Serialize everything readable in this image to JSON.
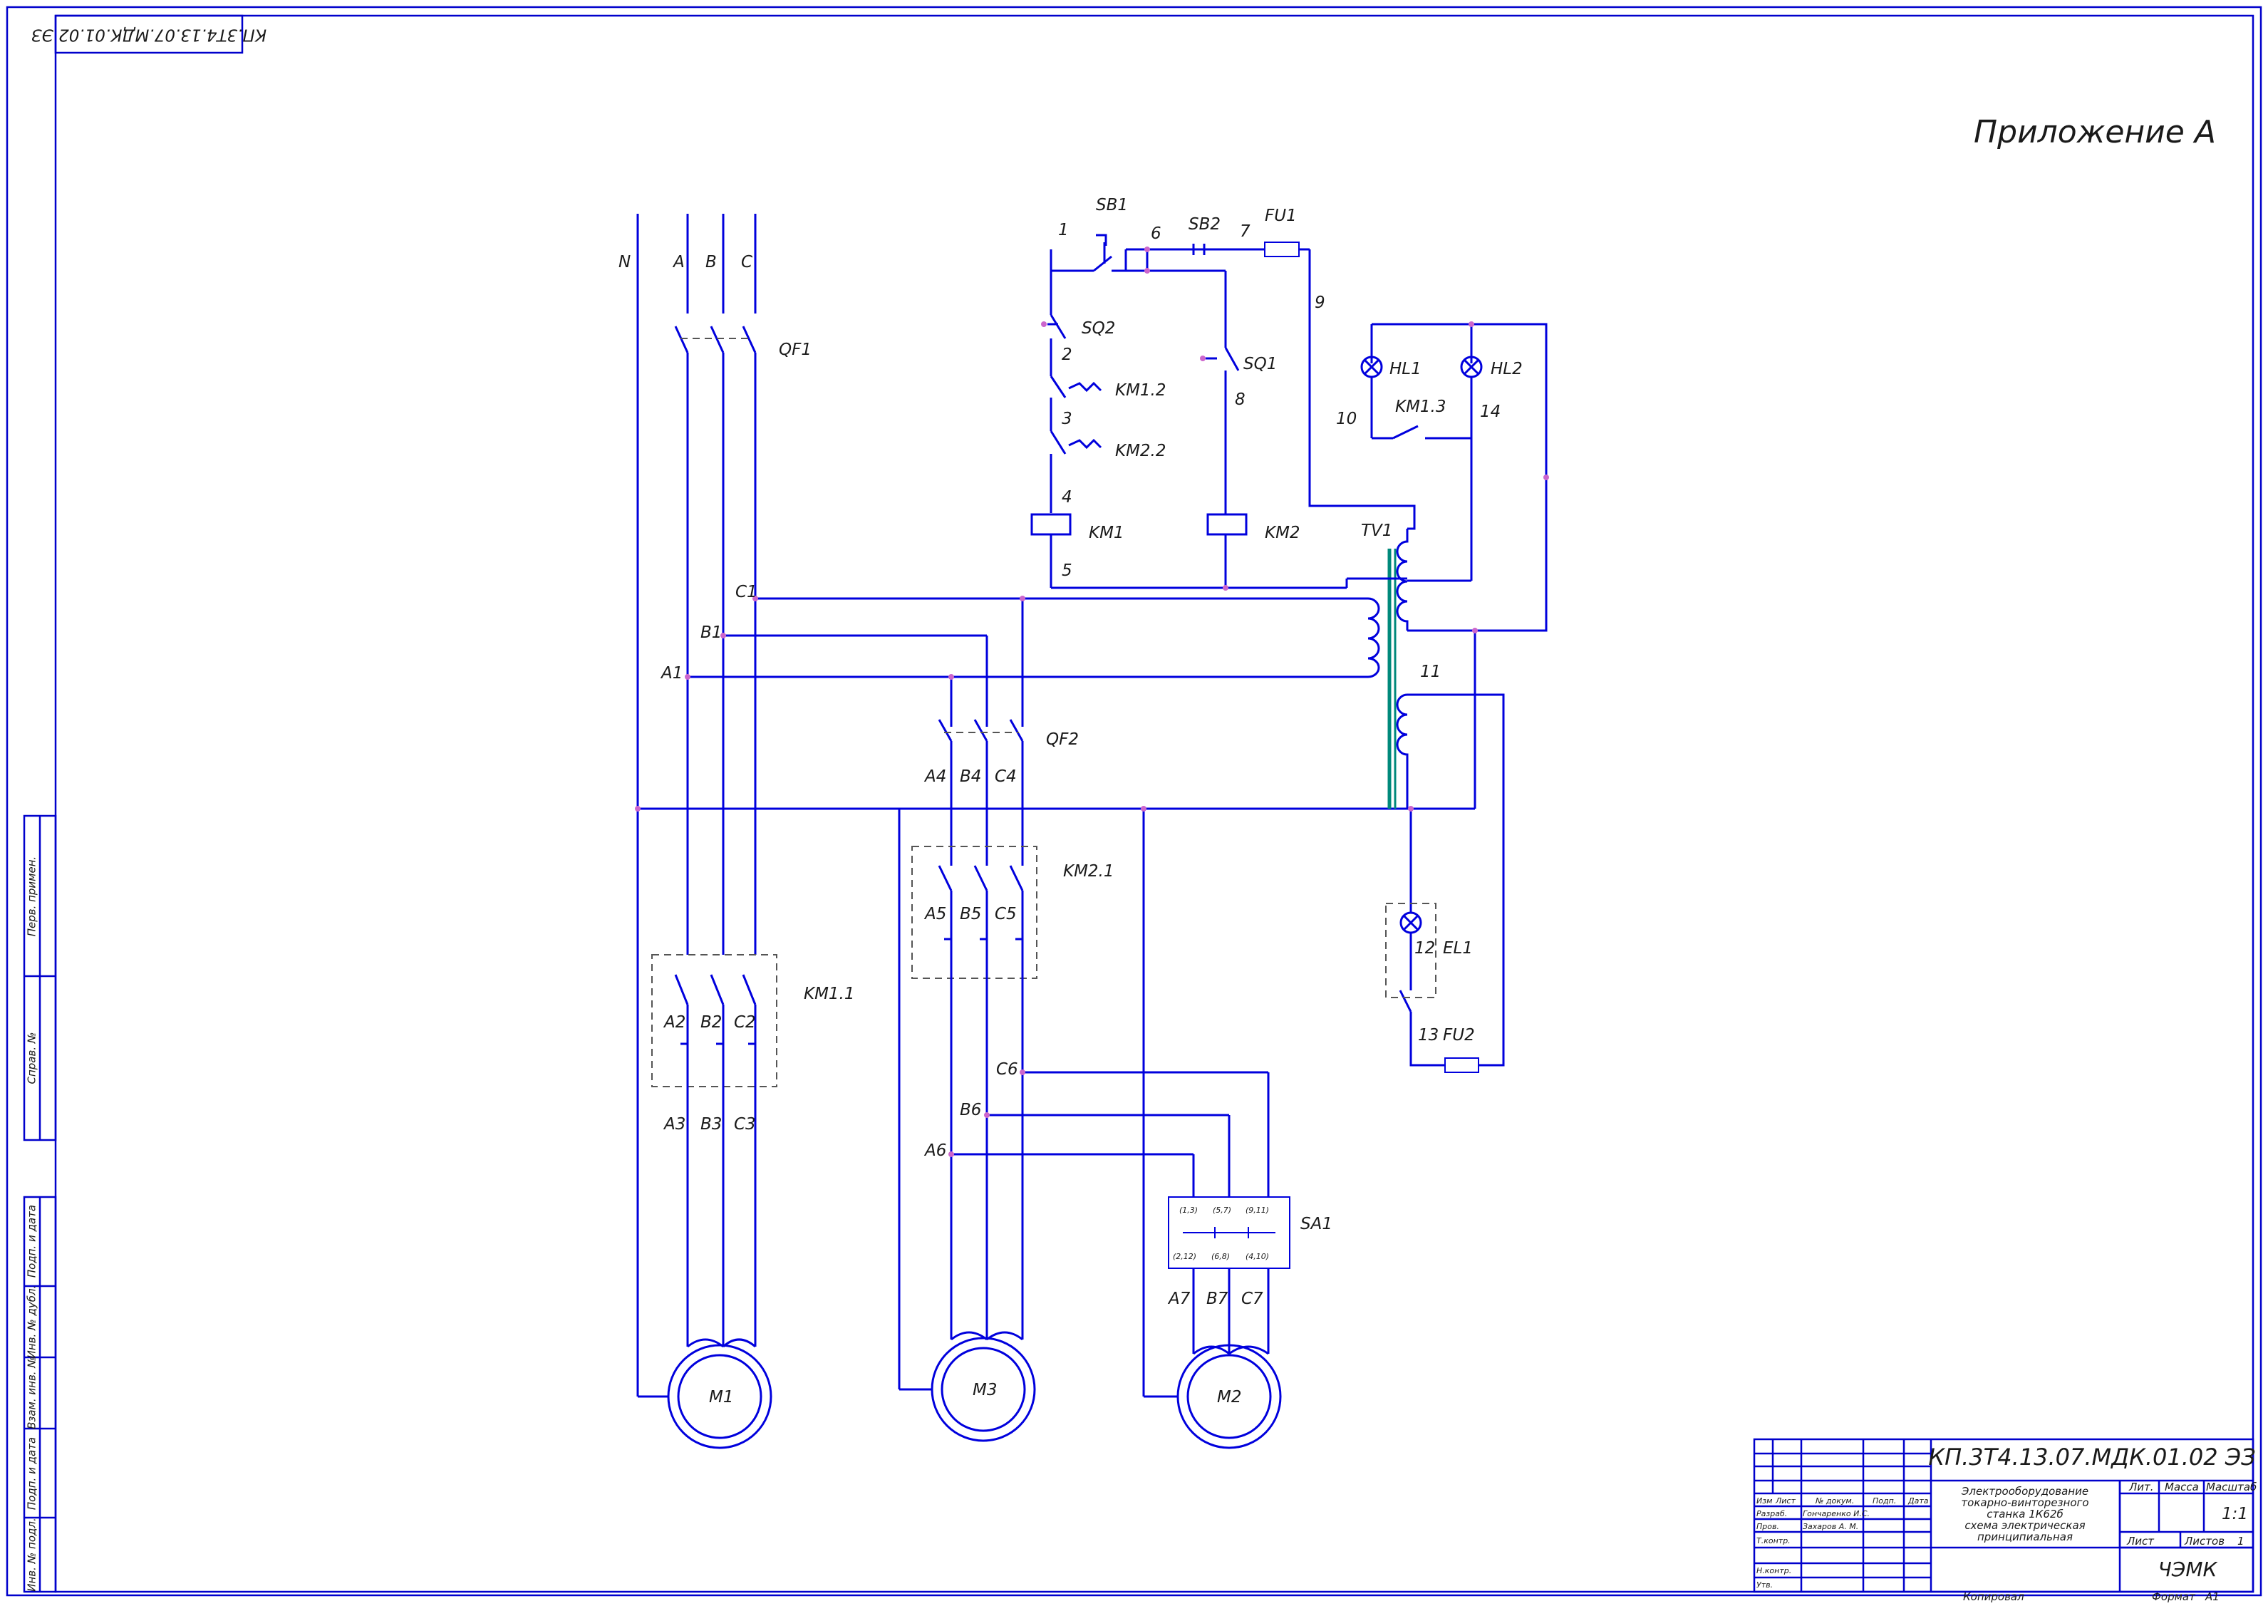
{
  "stamp_code": "КП.3Т4.13.07.МДК.01.02 ЭЗ",
  "appendix_title": "Приложение А",
  "labels": {
    "N": "N",
    "A": "A",
    "B": "B",
    "C": "C",
    "QF1": "QF1",
    "QF2": "QF2",
    "C1": "C1",
    "B1": "B1",
    "A1": "A1",
    "A4": "A4",
    "B4": "B4",
    "C4": "C4",
    "A5": "A5",
    "B5": "B5",
    "C5": "C5",
    "A2": "A2",
    "B2": "B2",
    "C2": "C2",
    "A3": "A3",
    "B3": "B3",
    "C3": "C3",
    "A6": "A6",
    "B6": "B6",
    "C6": "C6",
    "A7": "A7",
    "B7": "B7",
    "C7": "C7",
    "KM1_1": "KM1.1",
    "KM2_1": "KM2.1",
    "KM1_2": "KM1.2",
    "KM2_2": "KM2.2",
    "KM1_3": "KM1.3",
    "KM1": "KM1",
    "KM2": "KM2",
    "SB1": "SB1",
    "SB2": "SB2",
    "FU1": "FU1",
    "FU2": "FU2",
    "SQ1": "SQ1",
    "SQ2": "SQ2",
    "HL1": "HL1",
    "HL2": "HL2",
    "EL1": "EL1",
    "TV1": "TV1",
    "SA1": "SA1",
    "M1": "M1",
    "M2": "M2",
    "M3": "M3",
    "n1": "1",
    "n2": "2",
    "n3": "3",
    "n4": "4",
    "n5": "5",
    "n6": "6",
    "n7": "7",
    "n8": "8",
    "n9": "9",
    "n10": "10",
    "n11": "11",
    "n12": "12",
    "n13": "13",
    "n14": "14"
  },
  "sa1_contacts": {
    "top": [
      "(1,3)",
      "(5,7)",
      "(9,11)"
    ],
    "bottom": [
      "(2,12)",
      "(6,8)",
      "(4,10)"
    ]
  },
  "side_table": [
    "Перв. примен.",
    "Справ. №",
    "Подп. и дата",
    "Инв. № дубл.",
    "Взам. инв. №",
    "Подп. и дата",
    "Инв. № подл."
  ],
  "title_block": {
    "code": "КП.3Т4.13.07.МДК.01.02 ЭЗ",
    "name_lines": [
      "Электрооборудование",
      "токарно-винторезного",
      "станка 1К62б",
      "схема электрическая",
      "принципиальная"
    ],
    "headers": [
      "Изм",
      "Лист",
      "№ докум.",
      "Подп.",
      "Дата"
    ],
    "rows": [
      {
        "role": "Разраб.",
        "person": "Гончаренко И.С."
      },
      {
        "role": "Пров.",
        "person": "Захаров А. М."
      },
      {
        "role": "Т.контр.",
        "person": ""
      },
      {
        "role": "Н.контр.",
        "person": ""
      },
      {
        "role": "Утв.",
        "person": ""
      }
    ],
    "lit_label": "Лит.",
    "mass_label": "Масса",
    "scale_label": "Масштаб",
    "scale_value": "1:1",
    "sheet_label": "Лист",
    "sheets_label": "Листов",
    "sheets_value": "1",
    "org": "ЧЭМК",
    "copied_label": "Копировал",
    "format_label": "Формат",
    "format_value": "A1"
  },
  "colors": {
    "wire": "#0000dd",
    "frame": "#0000cc",
    "core": "#00897b",
    "node": "#cc66cc",
    "dashed": "#555555"
  }
}
